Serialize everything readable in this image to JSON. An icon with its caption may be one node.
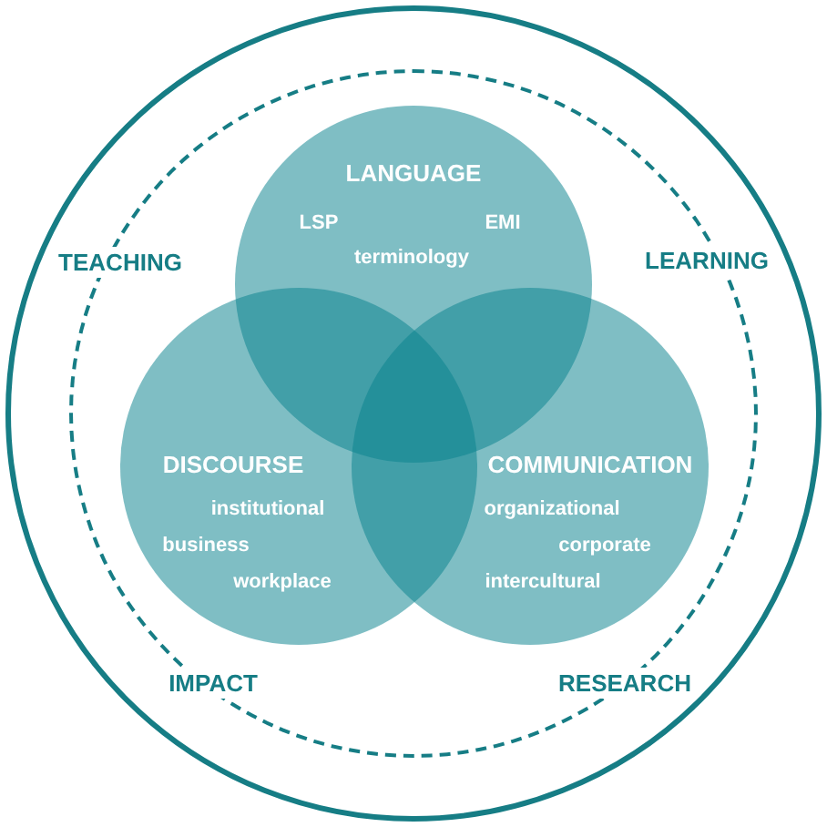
{
  "diagram": {
    "nodes": [
      {
        "text": [
          "TEACHING",
          "LEARNING",
          "IMPACT",
          "RESEARCH"
        ]
      },
      {
        "text": [
          "LANGUAGE",
          "LSP",
          "EMI",
          "terminology"
        ],
        "in": 0
      },
      {
        "text": [
          "DISCOURSE",
          "institutional",
          "business",
          "workplace"
        ],
        "in": 0
      },
      {
        "text": [
          "COMMUNICATION",
          "organizational",
          "corporate",
          "intercultural"
        ],
        "in": 0
      }
    ]
  }
}
